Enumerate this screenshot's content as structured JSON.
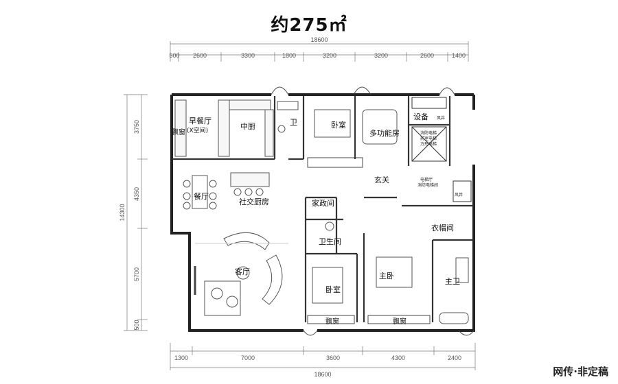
{
  "title": "约275",
  "title_unit": "㎡",
  "dims": {
    "top_total": "18600",
    "top_segments": [
      "500",
      "2600",
      "3300",
      "1800",
      "3200",
      "3200",
      "2600",
      "1400"
    ],
    "bottom_segments": [
      "1300",
      "7000",
      "3600",
      "4300",
      "2400"
    ],
    "bottom_total": "18600",
    "left_total": "14300",
    "left_segments": [
      "3750",
      "4350",
      "5700",
      "500"
    ]
  },
  "rooms": {
    "breakfast": "早餐厅",
    "breakfast_sub": "(X空间)",
    "bay_window": "飘窗",
    "kitchen": "中厨",
    "toilet_small": "卫",
    "bedroom_top": "卧室",
    "multi_room": "多功能房",
    "equipment": "设备",
    "foyer": "玄关",
    "dining": "餐厅",
    "social_kitchen": "社交厨房",
    "housekeeping": "家政间",
    "bathroom": "卫生间",
    "cloakroom": "衣帽间",
    "living": "客厅",
    "bedroom_mid": "卧室",
    "master_bed": "主卧",
    "master_bath": "主卫",
    "bay1": "飘窗",
    "bay2": "飘窗"
  },
  "small_labels": {
    "eq1": "风井",
    "eq2a": "消防电梯",
    "eq2b": "前室电梯",
    "eq2c": "方形电梯",
    "eq3a": "电梯厅",
    "eq3b": "消防电梯间",
    "eq4": "风井"
  },
  "watermark": "网传·非定稿"
}
